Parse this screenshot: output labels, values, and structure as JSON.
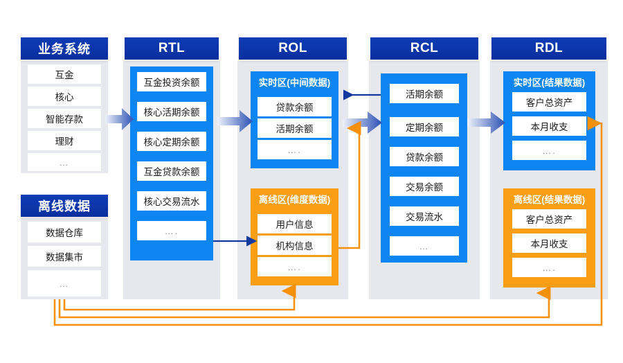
{
  "colors": {
    "header_blue": "#0b34a8",
    "zone_blue": "#0d85f2",
    "zone_orange": "#fa9e14",
    "panel_gray": "#e6e8ed",
    "link_blue": "#12399f",
    "link_orange": "#f79009",
    "chip_white": "#ffffff"
  },
  "columns": [
    {
      "id": "source",
      "headers": [
        {
          "label": "业务系统"
        },
        {
          "label": "离线数据"
        }
      ],
      "groups": [
        {
          "name": "business-systems",
          "items": [
            "互金",
            "核心",
            "智能存款",
            "理财",
            "…"
          ]
        },
        {
          "name": "offline-data",
          "items": [
            "数据仓库",
            "数据集市",
            "…"
          ]
        }
      ]
    },
    {
      "id": "rtl",
      "header": {
        "label": "RTL"
      },
      "zones": [
        {
          "name": "rtl-zone",
          "style": "blue",
          "title": "",
          "items": [
            "互金投资余额",
            "核心活期余额",
            "核心定期余额",
            "互金贷款余额",
            "核心交易流水",
            "…."
          ]
        }
      ]
    },
    {
      "id": "rol",
      "header": {
        "label": "ROL"
      },
      "zones": [
        {
          "name": "rol-realtime-zone",
          "style": "blue",
          "title": "实时区(中间数据)",
          "items": [
            "贷款余额",
            "活期余额",
            "…."
          ]
        },
        {
          "name": "rol-offline-zone",
          "style": "orange",
          "title": "离线区(维度数据)",
          "items": [
            "用户信息",
            "机构信息",
            "…."
          ]
        }
      ]
    },
    {
      "id": "rcl",
      "header": {
        "label": "RCL"
      },
      "zones": [
        {
          "name": "rcl-zone",
          "style": "blue",
          "title": "",
          "items": [
            "活期余额",
            "定期余额",
            "贷款余额",
            "交易余额",
            "交易流水",
            "…"
          ]
        }
      ]
    },
    {
      "id": "rdl",
      "header": {
        "label": "RDL"
      },
      "zones": [
        {
          "name": "rdl-realtime-zone",
          "style": "blue",
          "title": "实时区(结果数据)",
          "items": [
            "客户总资产",
            "本月收支",
            "…."
          ]
        },
        {
          "name": "rdl-offline-zone",
          "style": "orange",
          "title": "离线区(结果数据)",
          "items": [
            "客户总资产",
            "本月收支",
            "…."
          ]
        }
      ]
    }
  ],
  "flows": {
    "big_arrows": [
      {
        "name": "arrow-source-to-rtl"
      },
      {
        "name": "arrow-rtl-to-rol"
      },
      {
        "name": "arrow-rol-to-rcl"
      },
      {
        "name": "arrow-rcl-to-rdl"
      }
    ],
    "blue_links": [
      {
        "name": "link-rcl-to-rol-realtime"
      },
      {
        "name": "link-rtl-to-rol-offline"
      }
    ],
    "orange_links": [
      {
        "name": "link-offline-data-to-rol-offline"
      },
      {
        "name": "link-rol-offline-to-rcl"
      },
      {
        "name": "link-offline-data-to-rdl-offline"
      },
      {
        "name": "link-rdl-offline-to-rdl-realtime"
      }
    ]
  }
}
